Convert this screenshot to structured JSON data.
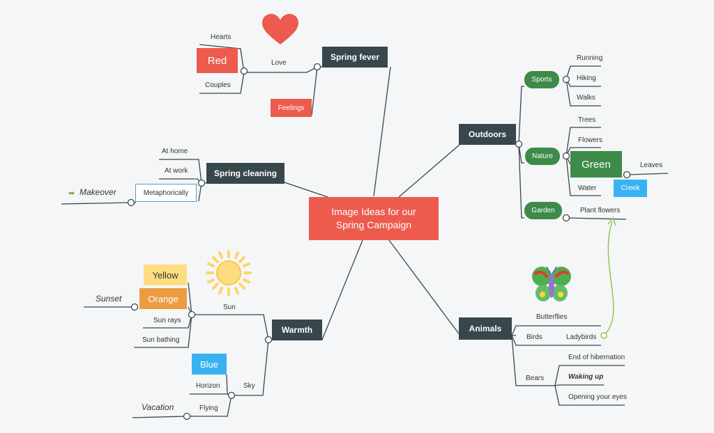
{
  "center": {
    "line1": "Image Ideas for our",
    "line2": "Spring Campaign"
  },
  "topics": {
    "spring_fever": "Spring fever",
    "spring_cleaning": "Spring cleaning",
    "warmth": "Warmth",
    "outdoors": "Outdoors",
    "animals": "Animals"
  },
  "spring_fever": {
    "love": "Love",
    "hearts": "Hearts",
    "red": "Red",
    "couples": "Couples",
    "feelings": "Feelings"
  },
  "spring_cleaning": {
    "at_home": "At home",
    "at_work": "At work",
    "metaphorically": "Metaphorically",
    "makeover": "Makeover"
  },
  "warmth": {
    "sun": "Sun",
    "yellow": "Yellow",
    "orange": "Orange",
    "sunset": "Sunset",
    "sun_rays": "Sun rays",
    "sun_bathing": "Sun bathing",
    "sky": "Sky",
    "blue": "Blue",
    "horizon": "Horizon",
    "flying": "Flying",
    "vacation": "Vacation"
  },
  "outdoors": {
    "sports": "Sports",
    "running": "Running",
    "hiking": "Hiking",
    "walks": "Walks",
    "nature": "Nature",
    "trees": "Trees",
    "flowers": "Flowers",
    "green": "Green",
    "leaves": "Leaves",
    "water": "Water",
    "creek": "Creek",
    "garden": "Garden",
    "plant_flowers": "Plant flowers"
  },
  "animals": {
    "butterflies": "Butterflies",
    "birds": "Birds",
    "ladybirds": "Ladybirds",
    "bears": "Bears",
    "end_of_hibernation": "End of hibernation",
    "waking_up": "Waking up",
    "opening_your_eyes": "Opening your eyes"
  },
  "colors": {
    "topic": "#37474b",
    "center": "#ec5b4e",
    "red": "#ec5b4e",
    "yellow": "#fddd7f",
    "orange": "#ec9b40",
    "blue": "#39b2f4",
    "green": "#3e8b49",
    "line": "#37474b",
    "relation": "#8bc34a"
  },
  "icons": [
    "heart-icon",
    "sun-icon",
    "butterfly-icon",
    "arrow-right-icon"
  ]
}
